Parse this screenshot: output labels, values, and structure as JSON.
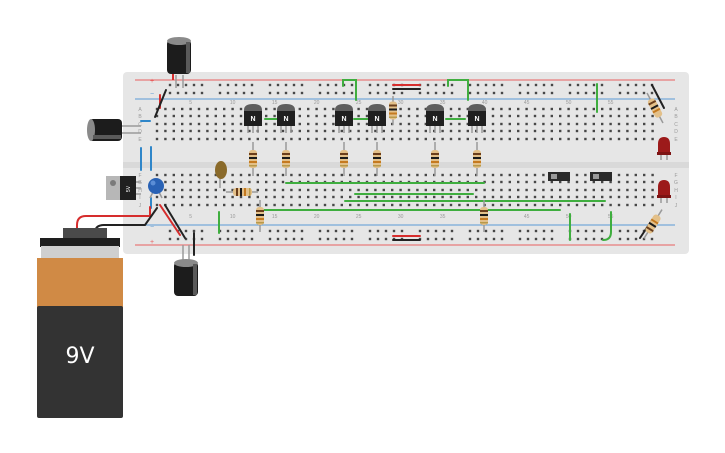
{
  "breadboard": {
    "column_numbers": [
      "5",
      "10",
      "15",
      "20",
      "25",
      "30",
      "35",
      "40",
      "45",
      "50",
      "55"
    ],
    "row_letters_top": [
      "A",
      "B",
      "C",
      "D",
      "E"
    ],
    "row_letters_bottom": [
      "F",
      "G",
      "H",
      "I",
      "J"
    ],
    "rail_plus": "+",
    "rail_minus": "−",
    "colors": {
      "board": "#e6e6e6",
      "hole": "#474747",
      "rail_red": "#e86060",
      "rail_blue": "#5a9bd5"
    }
  },
  "transistors": [
    {
      "label": "N"
    },
    {
      "label": "N"
    },
    {
      "label": "N"
    },
    {
      "label": "N"
    },
    {
      "label": "N"
    },
    {
      "label": "N"
    }
  ],
  "regulator": {
    "label": "5V"
  },
  "battery": {
    "label": "9V",
    "colors": {
      "top": "#d08a45",
      "body": "#333333",
      "cap": "#1e1e1e"
    }
  },
  "wire_colors": {
    "green": "#3fae3f",
    "red": "#d62d2d",
    "black": "#222222",
    "blue": "#2f86c9"
  }
}
